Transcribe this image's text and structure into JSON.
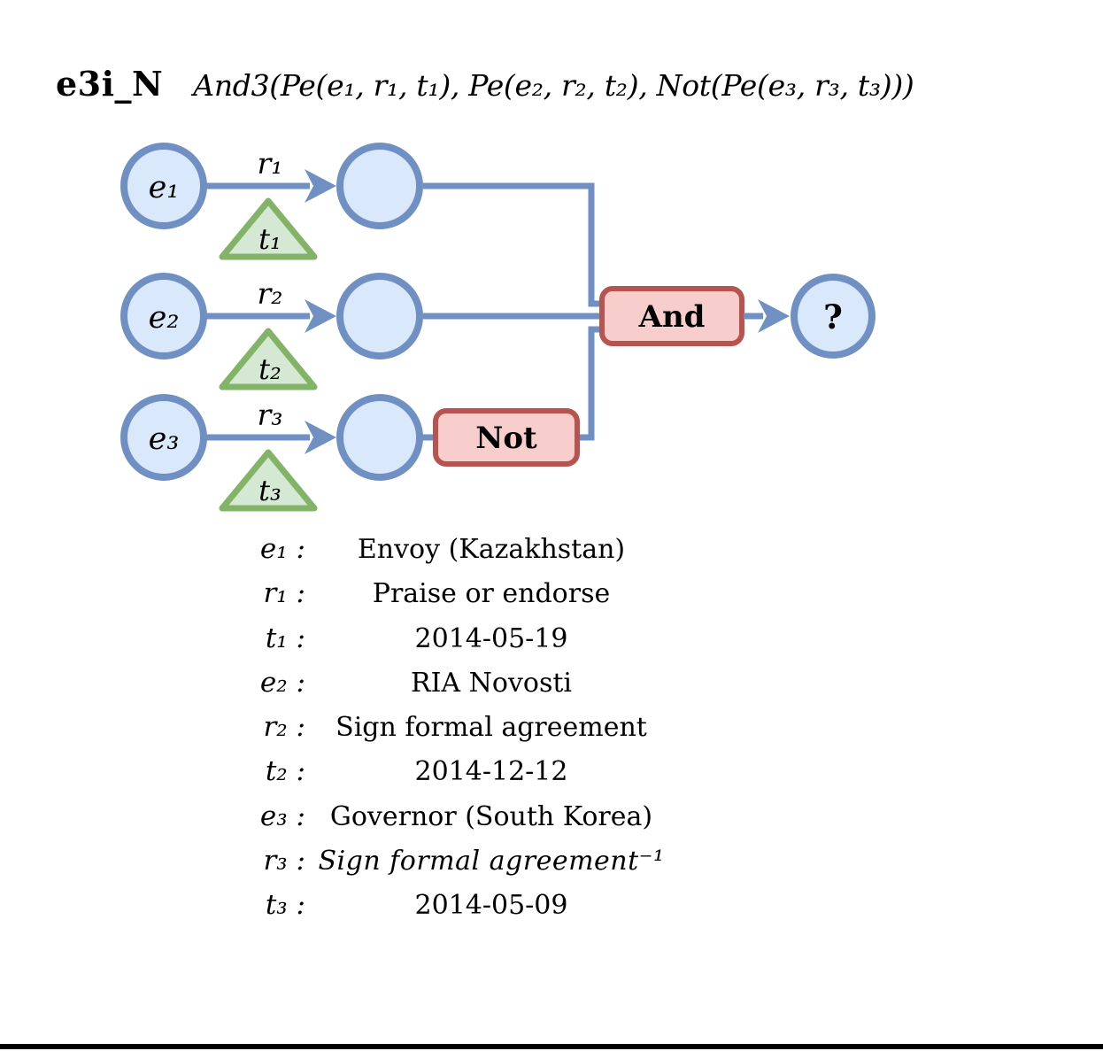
{
  "figure": {
    "query_id": "e3i_N",
    "formula": "And3(Pe(e₁, r₁, t₁), Pe(e₂, r₂, t₂), Not(Pe(e₃, r₃, t₃)))"
  },
  "diagram": {
    "rows": [
      {
        "entity": "e₁",
        "relation": "r₁",
        "time": "t₁"
      },
      {
        "entity": "e₂",
        "relation": "r₂",
        "time": "t₂"
      },
      {
        "entity": "e₃",
        "relation": "r₃",
        "time": "t₃"
      }
    ],
    "operators": {
      "and": "And",
      "not": "Not"
    },
    "target": "?"
  },
  "legend": {
    "rows": [
      {
        "label": "e₁ :",
        "value": "Envoy (Kazakhstan)"
      },
      {
        "label": "r₁ :",
        "value": "Praise or endorse"
      },
      {
        "label": "t₁ :",
        "value": "2014-05-19"
      },
      {
        "label": "e₂ :",
        "value": "RIA Novosti"
      },
      {
        "label": "r₂ :",
        "value": "Sign formal agreement"
      },
      {
        "label": "t₂ :",
        "value": "2014-12-12"
      },
      {
        "label": "e₃ :",
        "value": "Governor (South Korea)"
      },
      {
        "label": "r₃ :",
        "value": "Sign formal agreement⁻¹"
      },
      {
        "label": "t₃ :",
        "value": "2014-05-09"
      }
    ]
  },
  "colors": {
    "node_fill": "#dae8fc",
    "node_stroke": "#7090c4",
    "time_fill": "#d5e8d4",
    "time_stroke": "#82b366",
    "operator_fill": "#f8cecc",
    "operator_stroke": "#b85450",
    "text": "#000000"
  }
}
